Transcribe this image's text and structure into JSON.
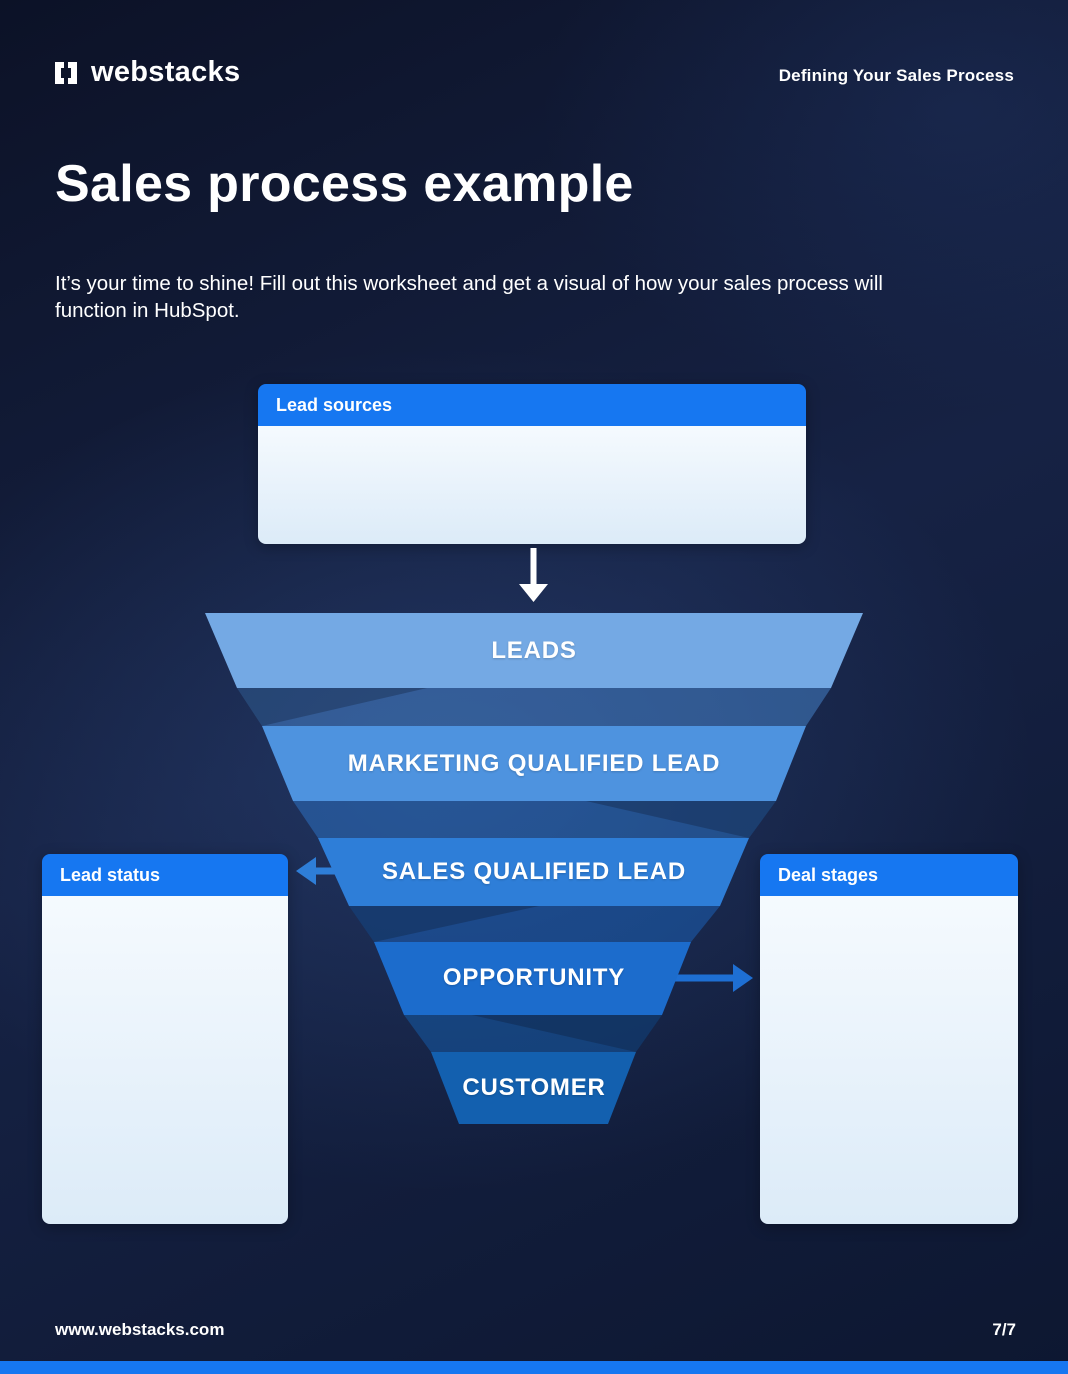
{
  "header": {
    "brand": "webstacks",
    "doc_title": "Defining Your Sales Process"
  },
  "content": {
    "title": "Sales process example",
    "intro": "It’s your time to shine! Fill out this worksheet and get a visual of how your sales process will function in HubSpot."
  },
  "panels": {
    "lead_sources": {
      "label": "Lead sources"
    },
    "lead_status": {
      "label": "Lead status"
    },
    "deal_stages": {
      "label": "Deal stages"
    }
  },
  "funnel": {
    "stages": [
      {
        "label": "LEADS",
        "color": "#74A9E4"
      },
      {
        "label": "MARKETING QUALIFIED LEAD",
        "color": "#4E93DF"
      },
      {
        "label": "SALES QUALIFIED LEAD",
        "color": "#2E7ED8"
      },
      {
        "label": "OPPORTUNITY",
        "color": "#1C6CCC"
      },
      {
        "label": "CUSTOMER",
        "color": "#1360AF"
      }
    ]
  },
  "footer": {
    "url": "www.webstacks.com",
    "page": "7/7"
  },
  "colors": {
    "accent": "#1677F1",
    "background": "#121B36",
    "arrow_left": "#2E7ED8",
    "arrow_right": "#1E6FD3",
    "down_arrow": "#FFFFFF"
  }
}
